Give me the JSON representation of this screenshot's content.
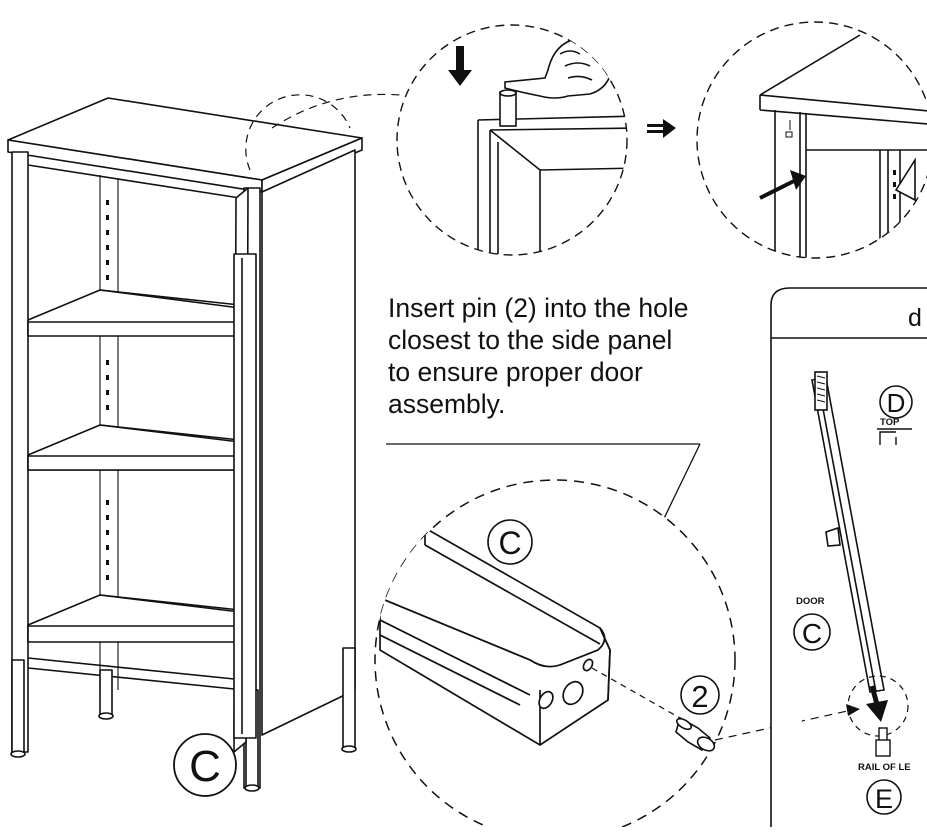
{
  "instruction": {
    "lines": [
      "Insert pin (2) into the hole",
      "closest to the side panel",
      "to ensure proper door",
      "assembly."
    ]
  },
  "labels": {
    "part_c_cabinet": "C",
    "part_c_detail": "C",
    "pin_number": "2",
    "panel_header": "d",
    "part_d": "D",
    "top": "TOP",
    "door": "DOOR",
    "part_c_door": "C",
    "rail": "RAIL OF LE",
    "part_e": "E"
  },
  "colors": {
    "line": "#111111",
    "background": "#ffffff"
  }
}
